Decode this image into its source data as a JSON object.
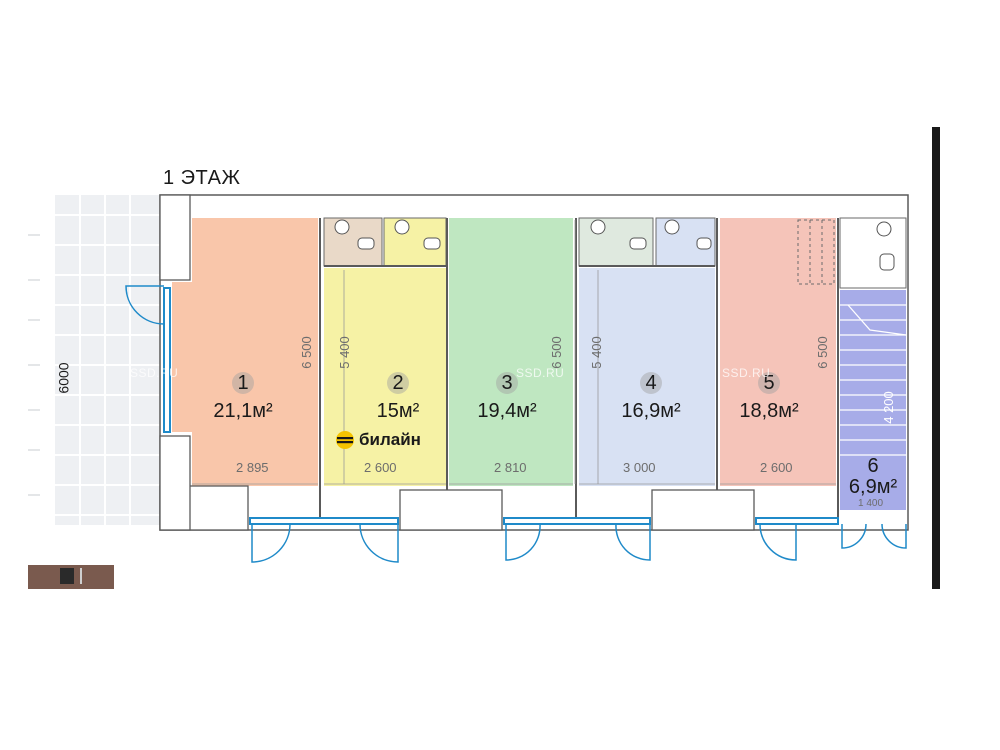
{
  "floor_title": "1 ЭТАЖ",
  "overall_dimension": "6000",
  "rooms": [
    {
      "number": "1",
      "area": "21,1м²",
      "color": "#f9c6aa"
    },
    {
      "number": "2",
      "area": "15м²",
      "color": "#f6f2a5"
    },
    {
      "number": "3",
      "area": "19,4м²",
      "color": "#bfe7c1"
    },
    {
      "number": "4",
      "area": "16,9м²",
      "color": "#d8e1f3"
    },
    {
      "number": "5",
      "area": "18,8м²",
      "color": "#f5c4b9"
    },
    {
      "number": "6",
      "area": "6,9м²",
      "color": "#a7ace8"
    }
  ],
  "widths": [
    "2 895",
    "2 600",
    "2 810",
    "3 000",
    "2 600",
    "1 400"
  ],
  "heights": [
    "6 500",
    "5 400",
    "6 500",
    "5 400",
    "6 500",
    "4 200"
  ],
  "brand": "билайн",
  "watermark": "SSD.RU"
}
